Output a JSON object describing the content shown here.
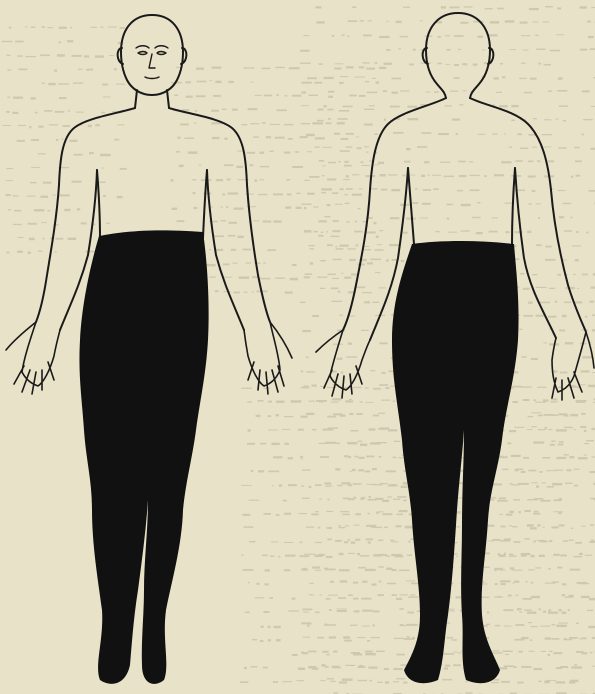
{
  "figure": {
    "caption": "",
    "views": [
      {
        "id": "front",
        "description_name": "anterior-view"
      },
      {
        "id": "back",
        "description_name": "posterior-view"
      }
    ],
    "shaded_region": "lower-trunk-and-legs",
    "colors": {
      "paper": "#e8e3c8",
      "ink": "#111111",
      "outline": "#1a1a1a",
      "show_through_text": "#b9b39b"
    }
  }
}
